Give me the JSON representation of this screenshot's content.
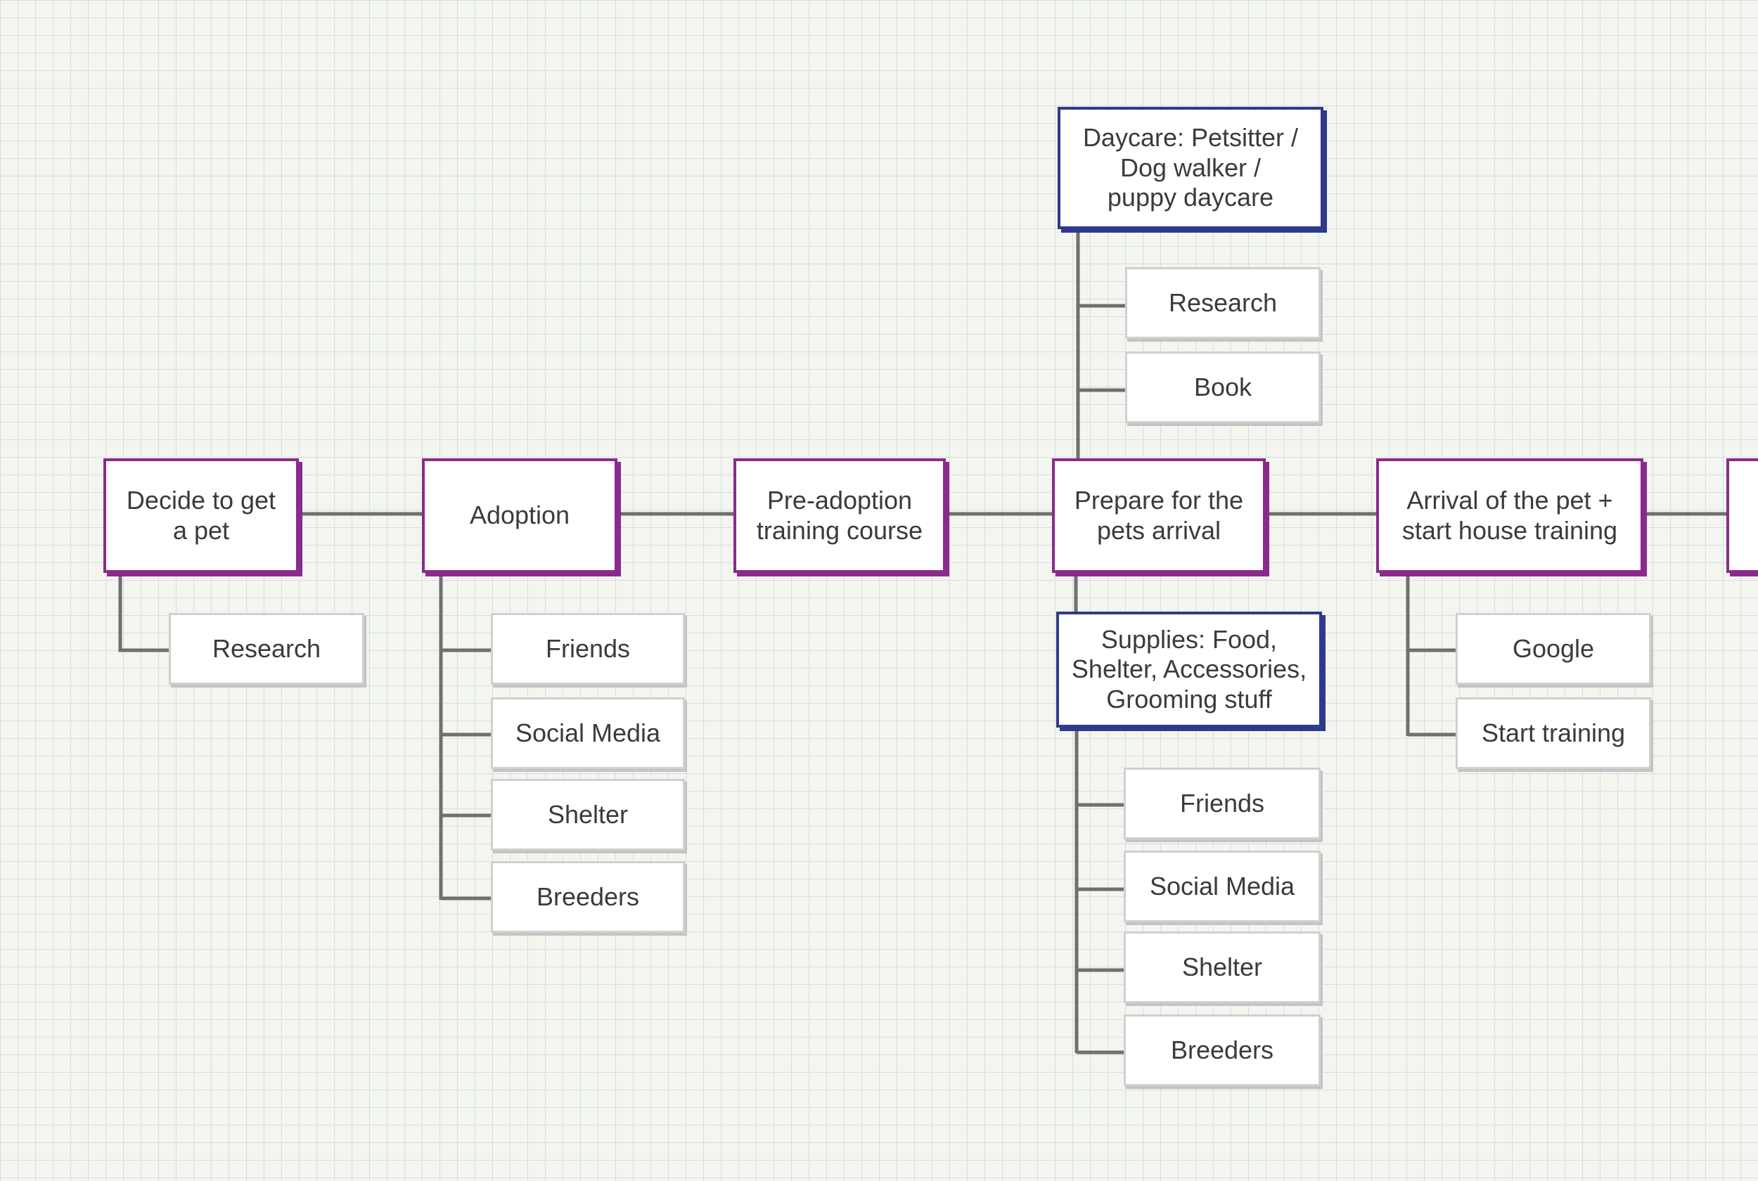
{
  "diagram": {
    "main_steps": [
      {
        "label": "Decide to get\na pet"
      },
      {
        "label": "Adoption"
      },
      {
        "label": "Pre-adoption\ntraining course"
      },
      {
        "label": "Prepare for the\npets arrival"
      },
      {
        "label": "Arrival of the pet +\nstart house training"
      },
      {
        "label": ""
      }
    ],
    "decide_branch": [
      "Research"
    ],
    "adoption_branch": [
      "Friends",
      "Social Media",
      "Shelter",
      "Breeders"
    ],
    "daycare": {
      "label": "Daycare: Petsitter /\nDog walker /\npuppy daycare",
      "items": [
        "Research",
        "Book"
      ]
    },
    "supplies": {
      "label": "Supplies: Food,\nShelter, Accessories,\nGrooming stuff",
      "items": [
        "Friends",
        "Social Media",
        "Shelter",
        "Breeders"
      ]
    },
    "arrival_branch": [
      "Google",
      "Start training"
    ]
  },
  "colors": {
    "main_border": "#8a2a8d",
    "hub_border": "#2e3a8c",
    "leaf_border": "#d0d0d0",
    "connector": "#6f6f6f",
    "grid": "#d8dde6",
    "background": "#f3f5ef"
  }
}
